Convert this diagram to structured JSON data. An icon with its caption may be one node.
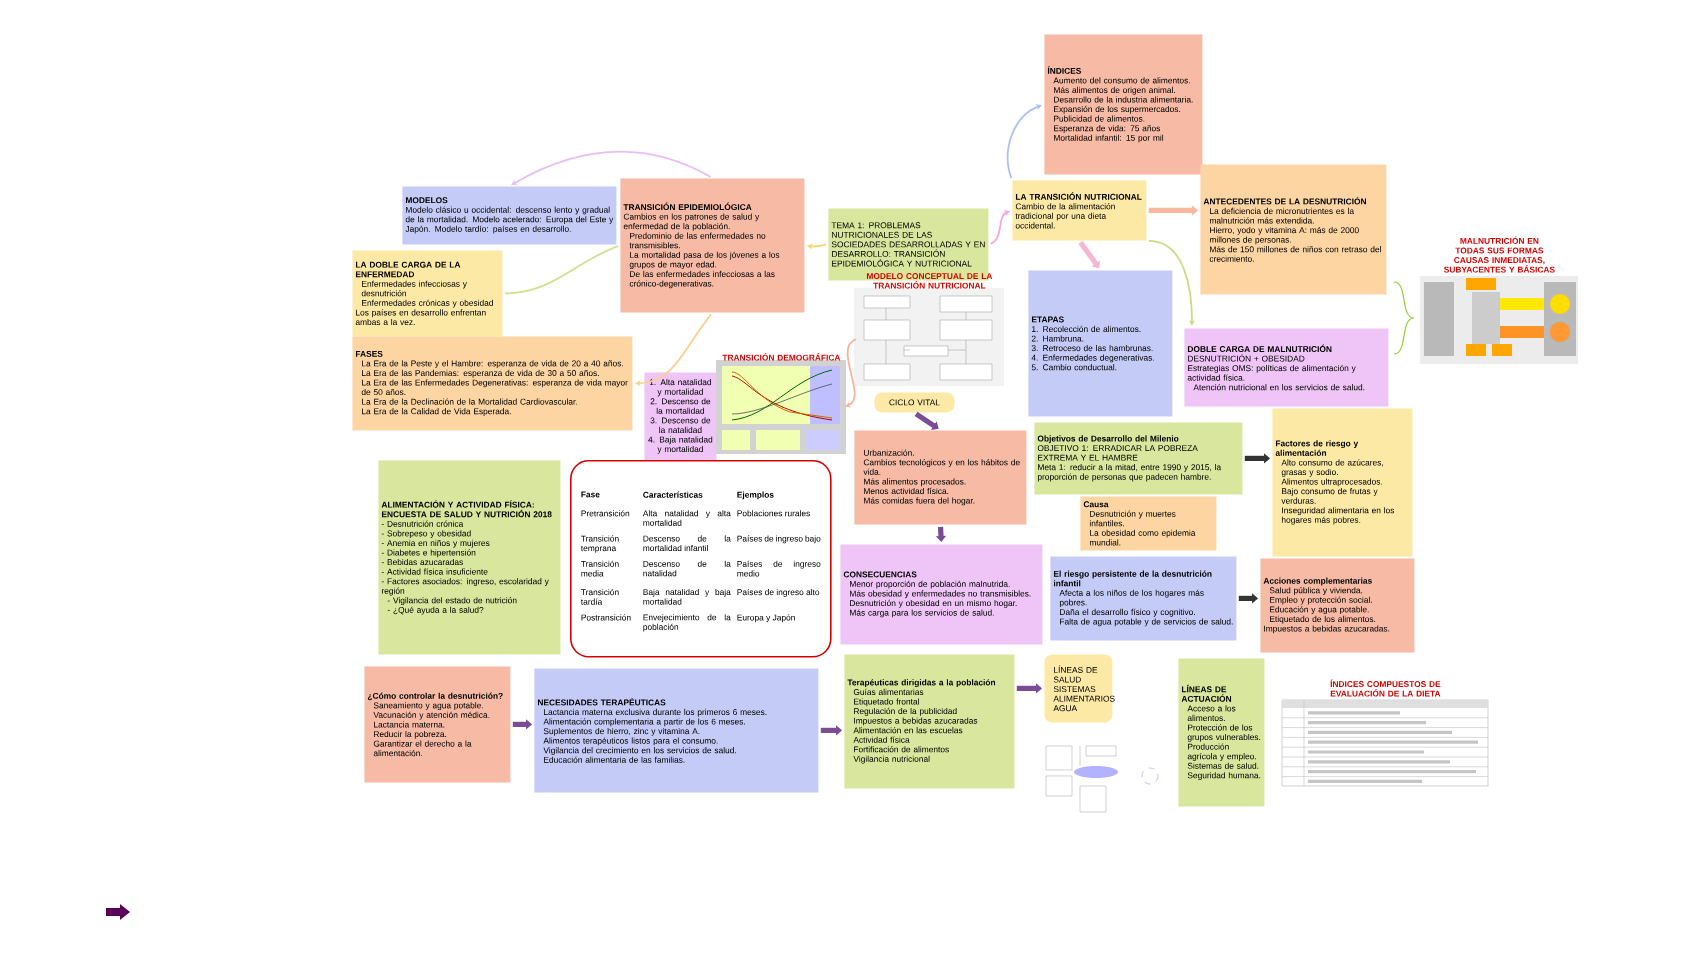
{
  "diagram": {
    "nodes": [
      {
        "text": [
          "MODELOS",
          "Modelo clásico u occidental: descenso lento y gradual de la mortalidad. Modelo acelerado: Europa del Este y Japón. Modelo tardío: países en desarrollo."
        ]
      },
      {
        "text": [
          "TRANSICIÓN EPIDEMIOLÓGICA",
          "Cambios en los patrones de salud y enfermedad de la población.",
          "Predominio de las enfermedades no transmisibles.",
          "La mortalidad pasa de los jóvenes a los grupos de mayor edad.",
          "De las enfermedades infecciosas a las crónico-degenerativas."
        ]
      },
      {
        "text": [
          "LA DOBLE CARGA DE LA ENFERMEDAD",
          "Enfermedades infecciosas y desnutrición",
          "Enfermedades crónicas y obesidad",
          "Los países en desarrollo enfrentan ambas a la vez."
        ]
      },
      {
        "text": [
          "FASES",
          "La Era de la Peste y el Hambre: esperanza de vida de 20 a 40 años.",
          "La Era de las Pandemias: esperanza de vida de 30 a 50 años.",
          "La Era de las Enfermedades Degenerativas: esperanza de vida mayor de 50 años.",
          "La Era de la Declinación de la Mortalidad Cardiovascular.",
          "La Era de la Calidad de Vida Esperada."
        ]
      },
      {
        "text": [
          "ALIMENTACIÓN Y ACTIVIDAD FÍSICA: ENCUESTA DE SALUD Y NUTRICIÓN 2018",
          "- Desnutrición crónica",
          "- Sobrepeso y obesidad",
          "- Anemia en niños y mujeres",
          "- Diabetes e hipertensión",
          "- Bebidas azucaradas",
          "- Actividad física insuficiente",
          "- Factores asociados: ingreso, escolaridad y región",
          "- Vigilancia del estado de nutrición",
          "- ¿Qué ayuda a la salud?"
        ]
      },
      {
        "text": [
          "Fase",
          "Características",
          "Ejemplos",
          "Pretransición",
          "Alta natalidad y alta mortalidad",
          "Poblaciones rurales",
          "Transición temprana",
          "Descenso de la mortalidad infantil",
          "Países de ingreso bajo",
          "Transición media",
          "Descenso de la natalidad",
          "Países de ingreso medio",
          "Transición tardía",
          "Baja natalidad y baja mortalidad",
          "Países de ingreso alto",
          "Postransición",
          "Envejecimiento de la población",
          "Europa y Japón"
        ]
      },
      {
        "text": [
          "¿Cómo controlar la desnutrición?",
          "Saneamiento y agua potable.",
          "Vacunación y atención médica.",
          "Lactancia materna.",
          "Reducir la pobreza.",
          "Garantizar el derecho a la alimentación."
        ]
      },
      {
        "text": [
          "NECESIDADES TERAPÉUTICAS",
          "Lactancia materna exclusiva durante los primeros 6 meses.",
          "Alimentación complementaria a partir de los 6 meses.",
          "Suplementos de hierro, zinc y vitamina A.",
          "Alimentos terapéuticos listos para el consumo.",
          "Vigilancia del crecimiento en los servicios de salud.",
          "Educación alimentaria de las familias."
        ]
      },
      {
        "text": [
          "1. Alta natalidad y mortalidad",
          "2. Descenso de la mortalidad",
          "3. Descenso de la natalidad",
          "4. Baja natalidad y mortalidad"
        ]
      },
      {
        "text": [
          "TRANSICIÓN DEMOGRÁFICA"
        ]
      },
      {
        "text": [
          "TEMA 1: PROBLEMAS NUTRICIONALES DE LAS SOCIEDADES DESARROLLADAS Y EN DESARROLLO: TRANSICIÓN EPIDEMIOLÓGICA Y NUTRICIONAL"
        ]
      },
      {
        "text": [
          "MODELO CONCEPTUAL DE LA TRANSICIÓN NUTRICIONAL"
        ]
      },
      {
        "text": [
          "CICLO VITAL"
        ]
      },
      {
        "text": [
          "Urbanización.",
          "Cambios tecnológicos y en los hábitos de vida.",
          "Más alimentos procesados.",
          "Menos actividad física.",
          "Más comidas fuera del hogar."
        ]
      },
      {
        "text": [
          "CONSECUENCIAS",
          "Menor proporción de población malnutrida.",
          "Más obesidad y enfermedades no transmisibles.",
          "Desnutrición y obesidad en un mismo hogar.",
          "Más carga para los servicios de salud."
        ]
      },
      {
        "text": [
          "Terapéuticas dirigidas a la población",
          "Guías alimentarias",
          "Etiquetado frontal",
          "Regulación de la publicidad",
          "Impuestos a bebidas azucaradas",
          "Alimentación en las escuelas",
          "Actividad física",
          "Fortificación de alimentos",
          "Vigilancia nutricional"
        ]
      },
      {
        "text": [
          "LÍNEAS DE SALUD",
          "SISTEMAS ALIMENTARIOS",
          "AGUA"
        ]
      },
      {
        "text": [
          "ÍNDICES",
          "Aumento del consumo de alimentos.",
          "Más alimentos de origen animal.",
          "Desarrollo de la industria alimentaria.",
          "Expansión de los supermercados.",
          "Publicidad de alimentos.",
          "Esperanza de vida: 75 años",
          "Mortalidad infantil: 15 por mil"
        ]
      },
      {
        "text": [
          "LA TRANSICIÓN NUTRICIONAL",
          "Cambio de la alimentación tradicional por una dieta occidental."
        ]
      },
      {
        "text": [
          "ETAPAS",
          "1. Recolección de alimentos.",
          "2. Hambruna.",
          "3. Retroceso de las hambrunas.",
          "4. Enfermedades degenerativas.",
          "5. Cambio conductual."
        ]
      },
      {
        "text": [
          "ANTECEDENTES DE LA DESNUTRICIÓN",
          "La deficiencia de micronutrientes es la malnutrición más extendida.",
          "Hierro, yodo y vitamina A: más de 2000 millones de personas.",
          "Más de 150 millones de niños con retraso del crecimiento."
        ]
      },
      {
        "text": [
          "DOBLE CARGA DE MALNUTRICIÓN",
          "DESNUTRICIÓN + OBESIDAD",
          "Estrategias OMS: políticas de alimentación y actividad física.",
          "Atención nutricional en los servicios de salud."
        ]
      },
      {
        "text": [
          "Objetivos de Desarrollo del Milenio",
          "OBJETIVO 1: ERRADICAR LA POBREZA EXTREMA Y EL HAMBRE",
          "Meta 1: reducir a la mitad, entre 1990 y 2015, la proporción de personas que padecen hambre."
        ]
      },
      {
        "text": [
          "Factores de riesgo y alimentación",
          "Alto consumo de azúcares, grasas y sodio.",
          "Alimentos ultraprocesados.",
          "Bajo consumo de frutas y verduras.",
          "Inseguridad alimentaria en los hogares más pobres."
        ]
      },
      {
        "text": [
          "Causa",
          "Desnutrición y muertes infantiles.",
          "La obesidad como epidemia mundial."
        ]
      },
      {
        "text": [
          "El riesgo persistente de la desnutrición infantil",
          "Afecta a los niños de los hogares más pobres.",
          "Daña el desarrollo físico y cognitivo.",
          "Falta de agua potable y de servicios de salud."
        ]
      },
      {
        "text": [
          "Acciones complementarias",
          "Salud pública y vivienda.",
          "Empleo y protección social.",
          "Educación y agua potable.",
          "Etiquetado de los alimentos.",
          "Impuestos a bebidas azucaradas."
        ]
      },
      {
        "text": [
          "LÍNEAS DE ACTUACIÓN",
          "Acceso a los alimentos.",
          "Protección de los grupos vulnerables.",
          "Producción agrícola y empleo.",
          "Sistemas de salud.",
          "Seguridad humana."
        ]
      },
      {
        "text": [
          "ÍNDICES COMPUESTOS DE EVALUACIÓN DE LA DIETA"
        ]
      },
      {
        "text": [
          "MALNUTRICIÓN EN TODAS SUS FORMAS",
          "CAUSAS INMEDIATAS, SUBYACENTES Y BÁSICAS"
        ]
      }
    ],
    "edges": [
      {
        "from": 2,
        "to": 1,
        "arrow": "none",
        "color": "#cfe08f"
      },
      {
        "from": 1,
        "to": 0,
        "arrow": "to",
        "color": "#e8bdf5"
      },
      {
        "from": 1,
        "to": 3,
        "arrow": "to",
        "color": "#fbd08f"
      },
      {
        "from": 10,
        "to": 1,
        "arrow": "to",
        "color": "#f5d96a"
      },
      {
        "from": 11,
        "to": 9,
        "arrow": "to",
        "color": "#f8b49a"
      },
      {
        "from": 10,
        "to": 18,
        "arrow": "to",
        "color": "#f2a6e2"
      },
      {
        "from": 18,
        "to": 17,
        "arrow": "to",
        "color": "#a9c2f2"
      },
      {
        "from": 18,
        "to": 20,
        "arrow": "to",
        "color": "#f8b8a0"
      },
      {
        "from": 18,
        "to": 19,
        "arrow": "to",
        "color": "#f5b6d2"
      },
      {
        "from": 18,
        "to": 21,
        "arrow": "to",
        "color": "#c8dc82"
      },
      {
        "from": 12,
        "to": 13,
        "arrow": "to"
      },
      {
        "from": 13,
        "to": 14,
        "arrow": "to"
      },
      {
        "from": 6,
        "to": 7,
        "arrow": "to"
      },
      {
        "from": 7,
        "to": 15,
        "arrow": "to"
      },
      {
        "from": 15,
        "to": 16,
        "arrow": "to"
      },
      {
        "from": 22,
        "to": 23,
        "arrow": "to",
        "color": "#333333"
      },
      {
        "from": 25,
        "to": 26,
        "arrow": "to",
        "color": "#333333"
      }
    ]
  }
}
